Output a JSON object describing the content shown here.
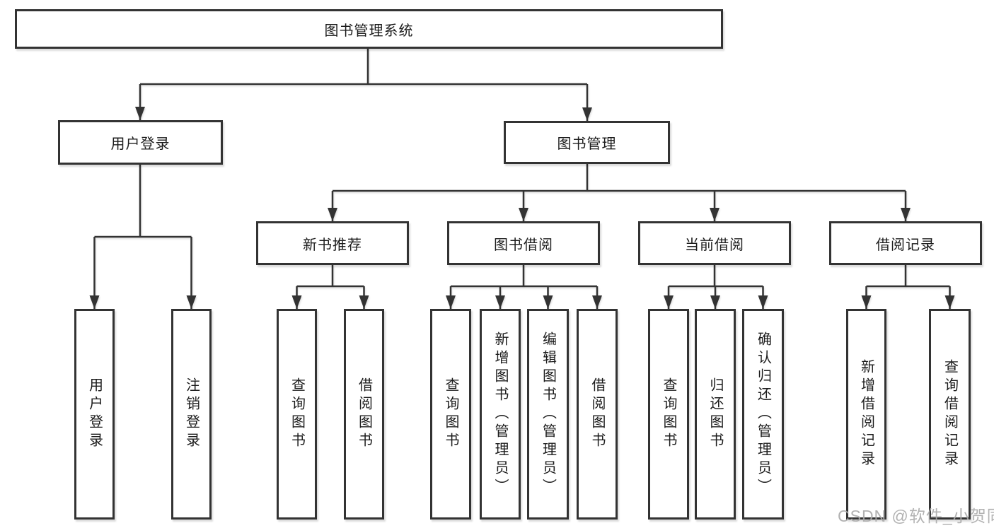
{
  "tree": {
    "label": "图书管理系统",
    "children": [
      {
        "label": "用户登录",
        "children": [
          {
            "label": "用户登录"
          },
          {
            "label": "注销登录"
          }
        ]
      },
      {
        "label": "图书管理",
        "children": [
          {
            "label": "新书推荐",
            "children": [
              {
                "label": "查询图书"
              },
              {
                "label": "借阅图书"
              }
            ]
          },
          {
            "label": "图书借阅",
            "children": [
              {
                "label": "查询图书"
              },
              {
                "label": "新增图书（管理员）"
              },
              {
                "label": "编辑图书（管理员）"
              },
              {
                "label": "借阅图书"
              }
            ]
          },
          {
            "label": "当前借阅",
            "children": [
              {
                "label": "查询图书"
              },
              {
                "label": "归还图书"
              },
              {
                "label": "确认归还（管理员）"
              }
            ]
          },
          {
            "label": "借阅记录",
            "children": [
              {
                "label": "新增借阅记录"
              },
              {
                "label": "查询借阅记录"
              }
            ]
          }
        ]
      }
    ]
  },
  "watermark": "CSDN @软件_小贺同学",
  "colors": {
    "line": "#333333",
    "box_border": "#333333",
    "box_fill": "#ffffff",
    "text": "#1c1c1c",
    "watermark": "#aaaaaa",
    "background": "#ffffff"
  }
}
